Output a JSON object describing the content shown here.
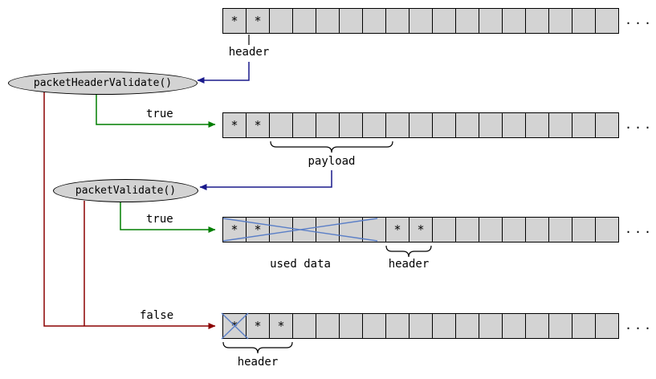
{
  "colors": {
    "cell_fill": "#d3d3d3",
    "node_fill": "#d3d3d3",
    "border": "#000000",
    "call_arrow": "#1a1a8c",
    "true_arrow": "#007f00",
    "false_arrow": "#8b0000",
    "cross": "#5b7fc7"
  },
  "nodes": [
    {
      "label": "packetHeaderValidate()"
    },
    {
      "label": "packetValidate()"
    }
  ],
  "labels": {
    "row1_annotation": "header",
    "row2_annotation": "payload",
    "row3_annotation_used": "used data",
    "row3_annotation_header": "header",
    "row4_annotation": "header",
    "edge_true_1": "true",
    "edge_true_2": "true",
    "edge_false": "false",
    "ellipsis": "..."
  },
  "rows": [
    {
      "cells": [
        "*",
        "*",
        "",
        "",
        "",
        "",
        "",
        "",
        "",
        "",
        "",
        "",
        "",
        "",
        "",
        "",
        ""
      ]
    },
    {
      "cells": [
        "*",
        "*",
        "",
        "",
        "",
        "",
        "",
        "",
        "",
        "",
        "",
        "",
        "",
        "",
        "",
        "",
        ""
      ]
    },
    {
      "cells": [
        "*",
        "*",
        "",
        "",
        "",
        "",
        "",
        "*",
        "*",
        "",
        "",
        "",
        "",
        "",
        "",
        "",
        ""
      ]
    },
    {
      "cells": [
        "*",
        "*",
        "*",
        "",
        "",
        "",
        "",
        "",
        "",
        "",
        "",
        "",
        "",
        "",
        "",
        "",
        ""
      ]
    }
  ]
}
